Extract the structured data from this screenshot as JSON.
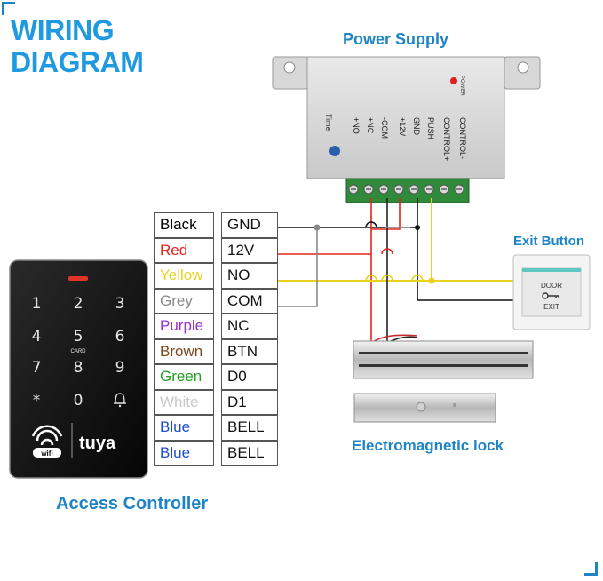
{
  "title_line1": "WIRING",
  "title_line2": "DIAGRAM",
  "power_supply": {
    "label": "Power Supply",
    "power_led_label": "POWER",
    "time_label": "Time",
    "terminals": [
      "+NO",
      "+NC",
      "-COM",
      "+12V",
      "GND",
      "PUSH",
      "CONTROL+",
      "CONTROL-"
    ]
  },
  "exit_button": {
    "label": "Exit Button",
    "text_top": "DOOR",
    "text_bottom": "EXIT"
  },
  "lock": {
    "label": "Electromagnetic lock"
  },
  "controller": {
    "label": "Access Controller",
    "keys": [
      "1",
      "2",
      "3",
      "4",
      "5",
      "6",
      "7",
      "8",
      "9",
      "*",
      "0"
    ],
    "card_label": "CARD",
    "wifi_label": "wifi",
    "brand": "tuya"
  },
  "wires": [
    {
      "color_name": "Black",
      "signal": "GND",
      "color": "#000000"
    },
    {
      "color_name": "Red",
      "signal": "12V",
      "color": "#e3251f"
    },
    {
      "color_name": "Yellow",
      "signal": "NO",
      "color": "#e8d21e"
    },
    {
      "color_name": "Grey",
      "signal": "COM",
      "color": "#8a8a8a"
    },
    {
      "color_name": "Purple",
      "signal": "NC",
      "color": "#9b30c8"
    },
    {
      "color_name": "Brown",
      "signal": "BTN",
      "color": "#7a4a1e"
    },
    {
      "color_name": "Green",
      "signal": "D0",
      "color": "#23a023"
    },
    {
      "color_name": "White",
      "signal": "D1",
      "color": "#c9c9c9"
    },
    {
      "color_name": "Blue",
      "signal": "BELL",
      "color": "#1e4fd0"
    },
    {
      "color_name": "Blue",
      "signal": "BELL",
      "color": "#1e4fd0"
    }
  ]
}
